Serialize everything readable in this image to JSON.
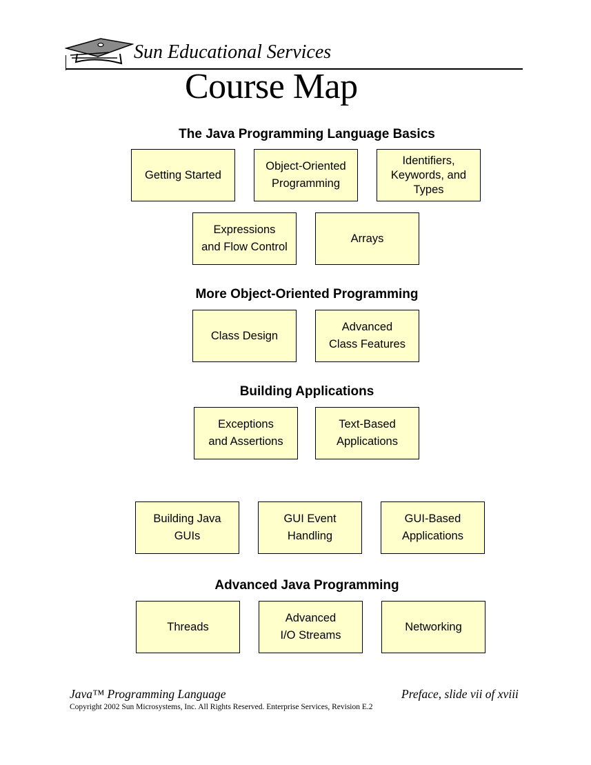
{
  "header": {
    "brand": "Sun Educational Services",
    "title": "Course Map"
  },
  "sections": [
    {
      "heading": "The Java Programming Language Basics",
      "boxes": [
        [
          "Getting Started"
        ],
        [
          "Object-Oriented",
          "Programming"
        ],
        [
          "Identifiers,",
          "Keywords, and",
          "Types"
        ],
        [
          "Expressions",
          "and Flow Control"
        ],
        [
          "Arrays"
        ]
      ]
    },
    {
      "heading": "More Object-Oriented Programming",
      "boxes": [
        [
          "Class Design"
        ],
        [
          "Advanced",
          "Class Features"
        ]
      ]
    },
    {
      "heading": "Building Applications",
      "boxes": [
        [
          "Exceptions",
          "and Assertions"
        ],
        [
          "Text-Based",
          "Applications"
        ],
        [
          "Building Java",
          "GUIs"
        ],
        [
          "GUI Event",
          "Handling"
        ],
        [
          "GUI-Based",
          "Applications"
        ]
      ]
    },
    {
      "heading": "Advanced Java Programming",
      "boxes": [
        [
          "Threads"
        ],
        [
          "Advanced",
          "I/O Streams"
        ],
        [
          "Networking"
        ]
      ]
    }
  ],
  "footer": {
    "left": "Java™ Programming Language",
    "right": "Preface, slide vii of xviii",
    "copyright": "Copyright 2002 Sun Microsystems, Inc. All Rights Reserved. Enterprise Services, Revision E.2"
  }
}
